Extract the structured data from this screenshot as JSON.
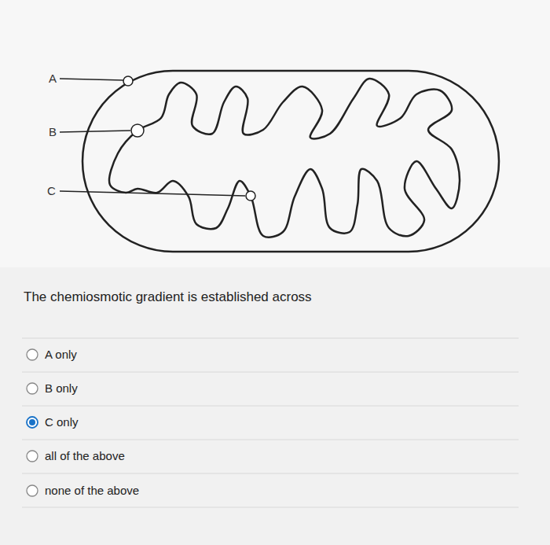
{
  "diagram": {
    "labels": [
      "A",
      "B",
      "C",
      "The chemiosmotic gradient is established across",
      "A only",
      "B only",
      "C only",
      "all of the above",
      "none of the above"
    ]
  }
}
